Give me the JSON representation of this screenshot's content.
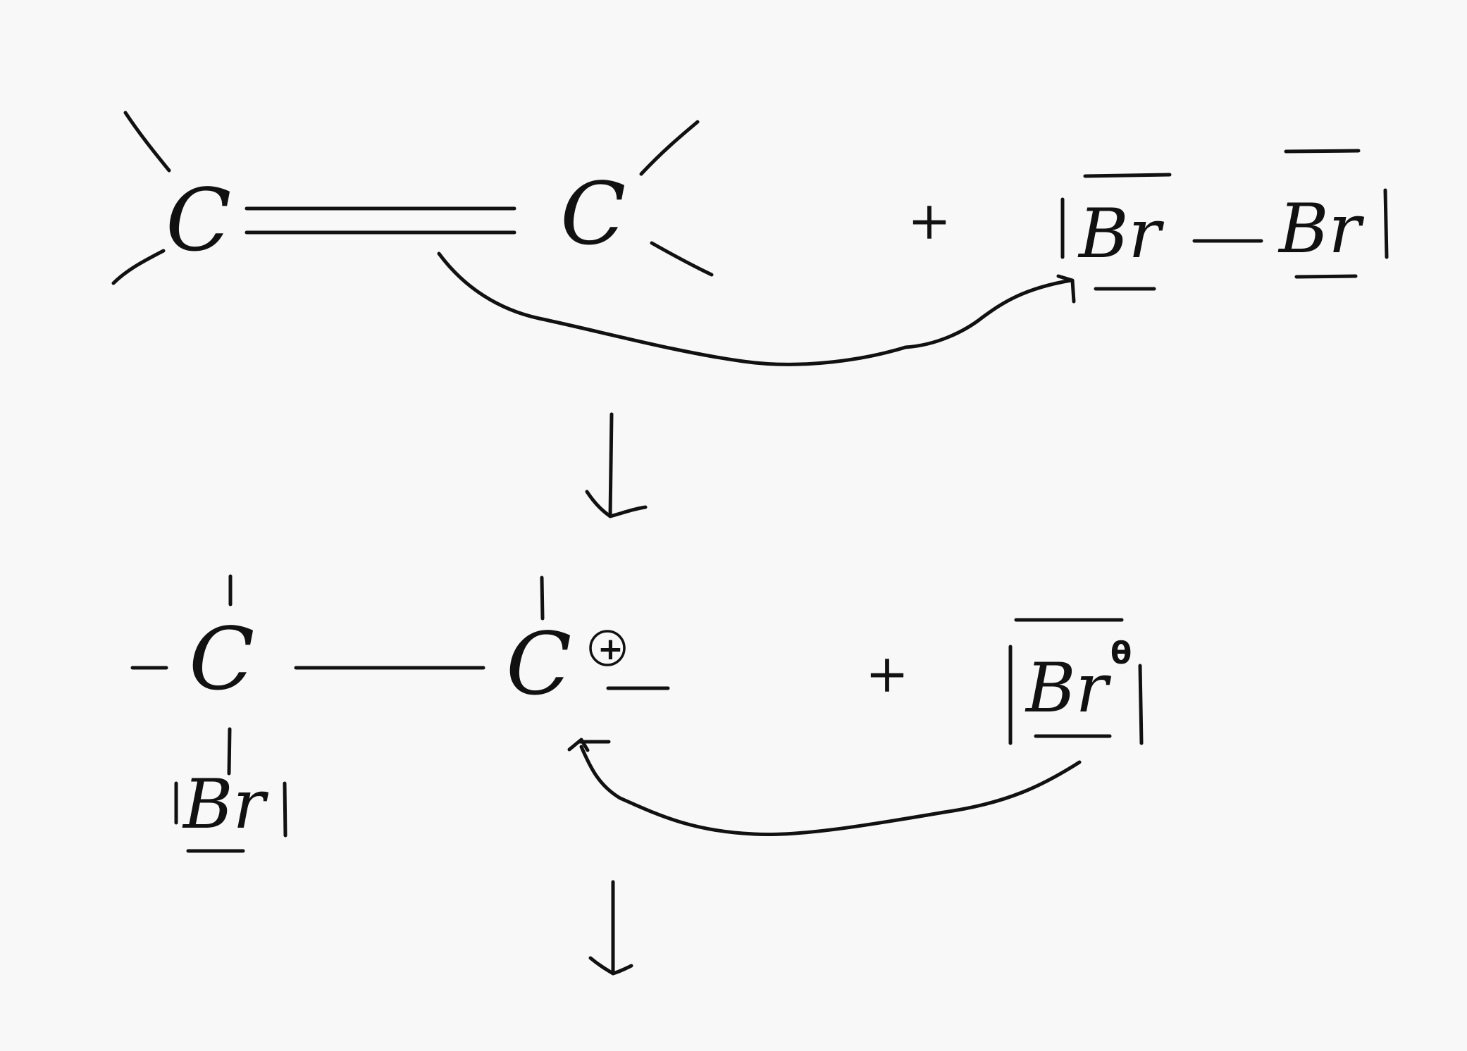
{
  "background": "#f8f8f8",
  "ink": "#111111",
  "step1": {
    "left_carbon": "C",
    "right_carbon": "C",
    "plus": "+",
    "br_left": "Br",
    "br_right": "Br"
  },
  "step2": {
    "left_carbon": "C",
    "carbocation": "C",
    "cation_charge": "+",
    "bromine_substituent": "Br",
    "plus": "+",
    "bromide": "Br",
    "anion_charge": "θ"
  }
}
